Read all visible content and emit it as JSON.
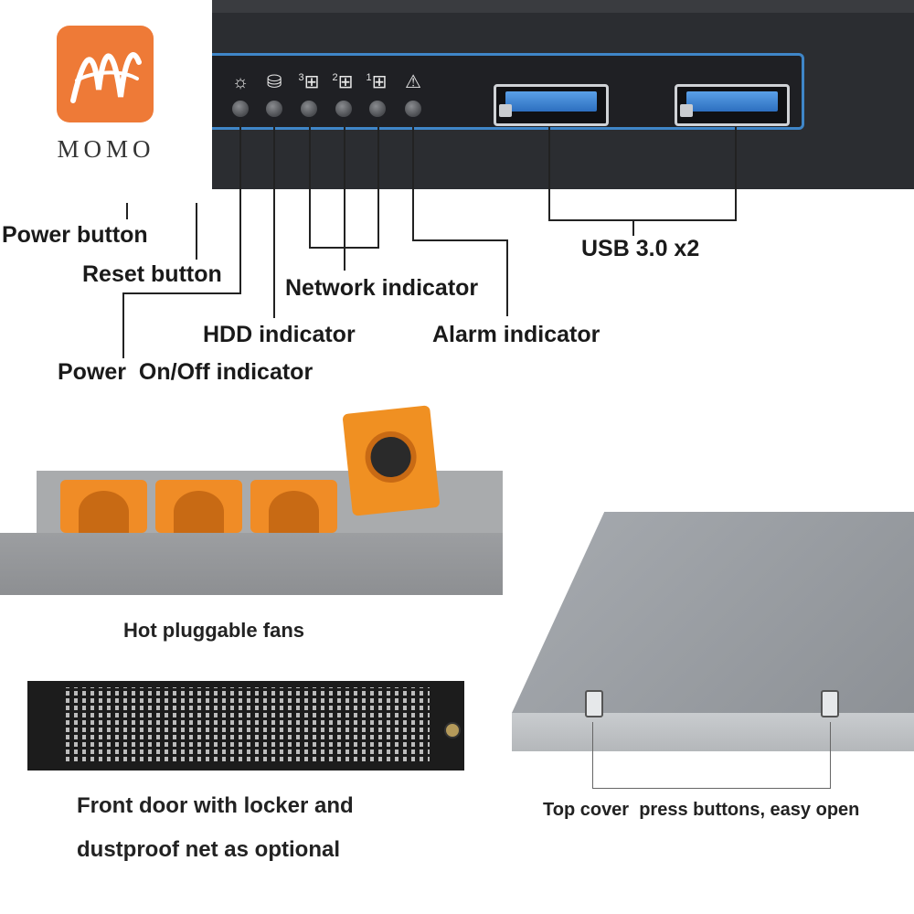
{
  "logo": {
    "text": "MOMO",
    "brand_color": "#ee7a37"
  },
  "panel": {
    "accent_color": "#3f86c8",
    "icons": [
      "light-bulb-icon",
      "hdd-icon",
      "network-3-icon",
      "network-2-icon",
      "network-1-icon",
      "alarm-icon"
    ],
    "network_numbers": [
      "3",
      "2",
      "1"
    ]
  },
  "labels": {
    "power_button": "Power button",
    "reset_button": "Reset button",
    "network_indicator": "Network indicator",
    "hdd_indicator": "HDD indicator",
    "alarm_indicator": "Alarm indicator",
    "power_onoff_indicator": "Power  On/Off indicator",
    "usb": "USB 3.0 x2"
  },
  "captions": {
    "fans": "Hot pluggable fans",
    "door_line1": "Front door with locker and",
    "door_line2": "dustproof net as optional",
    "cover": "Top cover  press buttons, easy open"
  },
  "colors": {
    "fan_orange": "#f08c26",
    "chassis_gray": "#9a9ea3"
  }
}
